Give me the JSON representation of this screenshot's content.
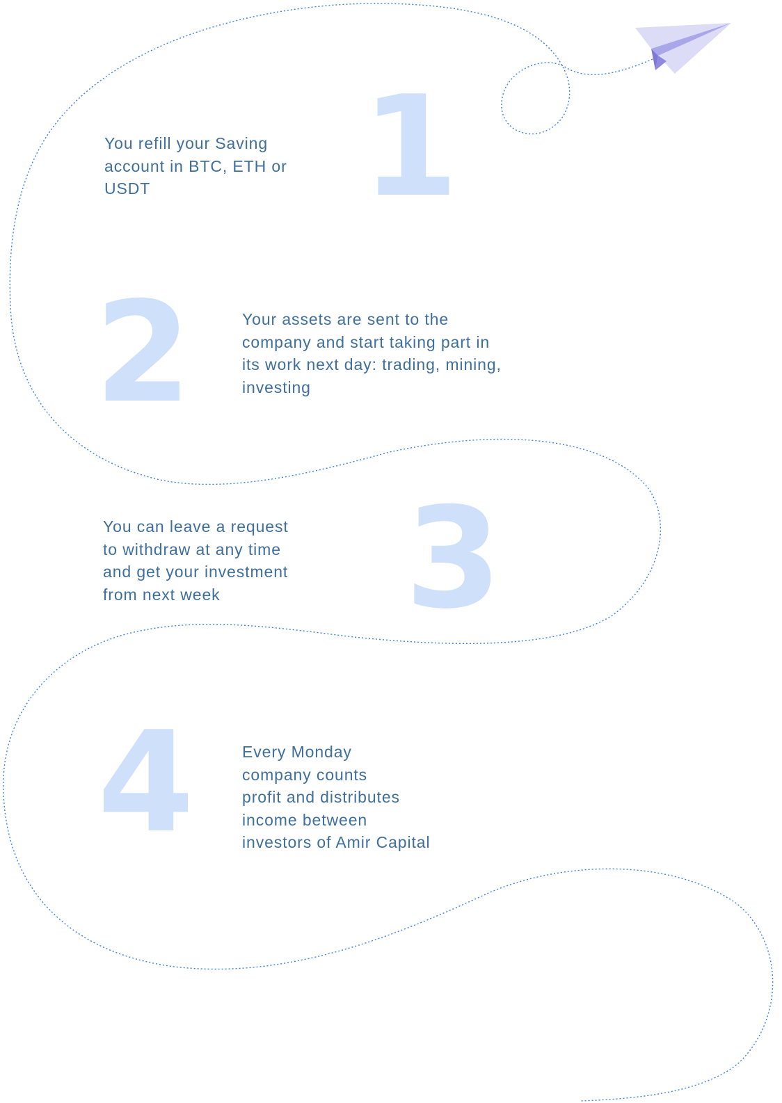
{
  "steps": [
    {
      "number": "1",
      "lines": [
        "You refill your Saving",
        "account in BTC, ETH or",
        "USDT"
      ]
    },
    {
      "number": "2",
      "lines": [
        "Your assets are sent to the",
        "company and start taking part in",
        "its work next day: trading, mining,",
        "investing"
      ]
    },
    {
      "number": "3",
      "lines": [
        "You can leave a request",
        "to withdraw at any time",
        "and get your investment",
        "from next week"
      ]
    },
    {
      "number": "4",
      "lines": [
        "Every Monday",
        "company counts",
        "profit and distributes",
        "income between",
        "investors of Amir Capital"
      ]
    }
  ],
  "colors": {
    "number": "#cfe0fa",
    "text": "#3e6f9e",
    "dotted_path": "#3d7fe0",
    "plane_light": "#dcdcf6",
    "plane_mid": "#a9a6ea",
    "plane_dark": "#7e79d6"
  },
  "icons": {
    "plane": "paper-plane-icon"
  }
}
